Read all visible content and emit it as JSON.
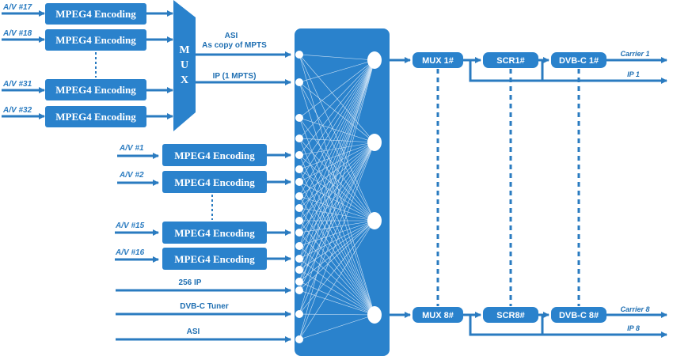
{
  "colors": {
    "primary": "#2a82cc",
    "line": "#2a7bc0"
  },
  "top_group": {
    "inputs": [
      "A/V #17",
      "A/V #18",
      "A/V #31",
      "A/V #32"
    ],
    "encoder_label": "MPEG4 Encoding",
    "mux_letters": [
      "M",
      "U",
      "X"
    ],
    "asi_label_1": "ASI",
    "asi_label_2": "As copy of  MPTS",
    "ip_label": "IP  (1 MPTS)"
  },
  "bottom_group": {
    "inputs": [
      "A/V #1",
      "A/V #2",
      "A/V #15",
      "A/V #16"
    ],
    "encoder_label": "MPEG4 Encoding"
  },
  "other_inputs": [
    "256 IP",
    "DVB-C Tuner",
    "ASI"
  ],
  "chains": [
    {
      "mux": "MUX 1#",
      "scr": "SCR1#",
      "dvbc": "DVB-C 1#",
      "carrier": "Carrier 1",
      "ip": "IP 1"
    },
    {
      "mux": "MUX 8#",
      "scr": "SCR8#",
      "dvbc": "DVB-C 8#",
      "carrier": "Carrier 8",
      "ip": "IP 8"
    }
  ]
}
